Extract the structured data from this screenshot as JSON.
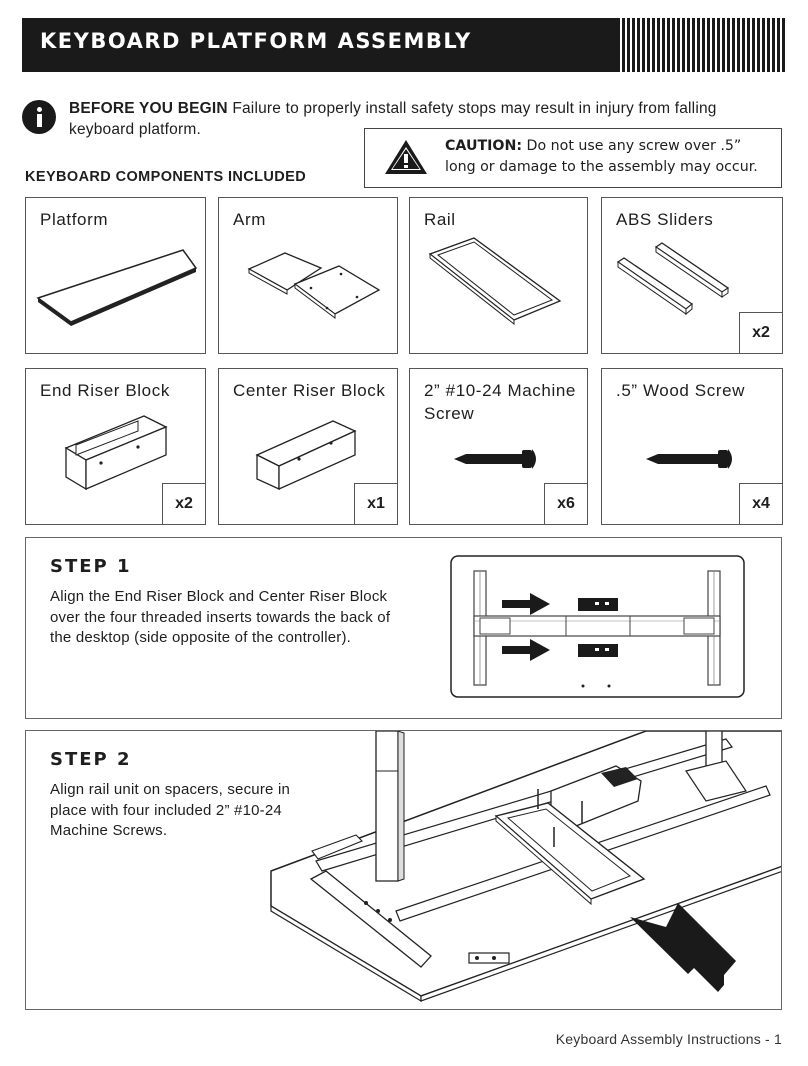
{
  "header": {
    "title": "KEYBOARD PLATFORM ASSEMBLY"
  },
  "intro": {
    "icon": "info-icon",
    "bold": "BEFORE YOU BEGIN",
    "text": " Failure to properly install safety stops may result in injury from falling keyboard platform."
  },
  "caution": {
    "icon": "warning-icon",
    "bold": "CAUTION:",
    "text": " Do not use any screw over .5” long or damage to the assembly may occur."
  },
  "components": {
    "title": "KEYBOARD COMPONENTS INCLUDED",
    "items": [
      {
        "label": "Platform",
        "qty": ""
      },
      {
        "label": "Arm",
        "qty": ""
      },
      {
        "label": "Rail",
        "qty": ""
      },
      {
        "label": "ABS Sliders",
        "qty": "x2"
      },
      {
        "label": "End Riser Block",
        "qty": "x2"
      },
      {
        "label": "Center Riser Block",
        "qty": "x1"
      },
      {
        "label": "2” #10-24 Machine Screw",
        "qty": "x6"
      },
      {
        "label": ".5” Wood Screw",
        "qty": "x4"
      }
    ]
  },
  "steps": [
    {
      "title": "STEP 1",
      "text": "Align the End Riser Block and Center Riser Block over the four threaded inserts towards the back of the desktop (side opposite of the controller)."
    },
    {
      "title": "STEP 2",
      "text": "Align rail unit on spacers, secure in place with four included 2” #10-24 Machine Screws."
    }
  ],
  "footer": {
    "text": "Keyboard Assembly Instructions - 1"
  }
}
